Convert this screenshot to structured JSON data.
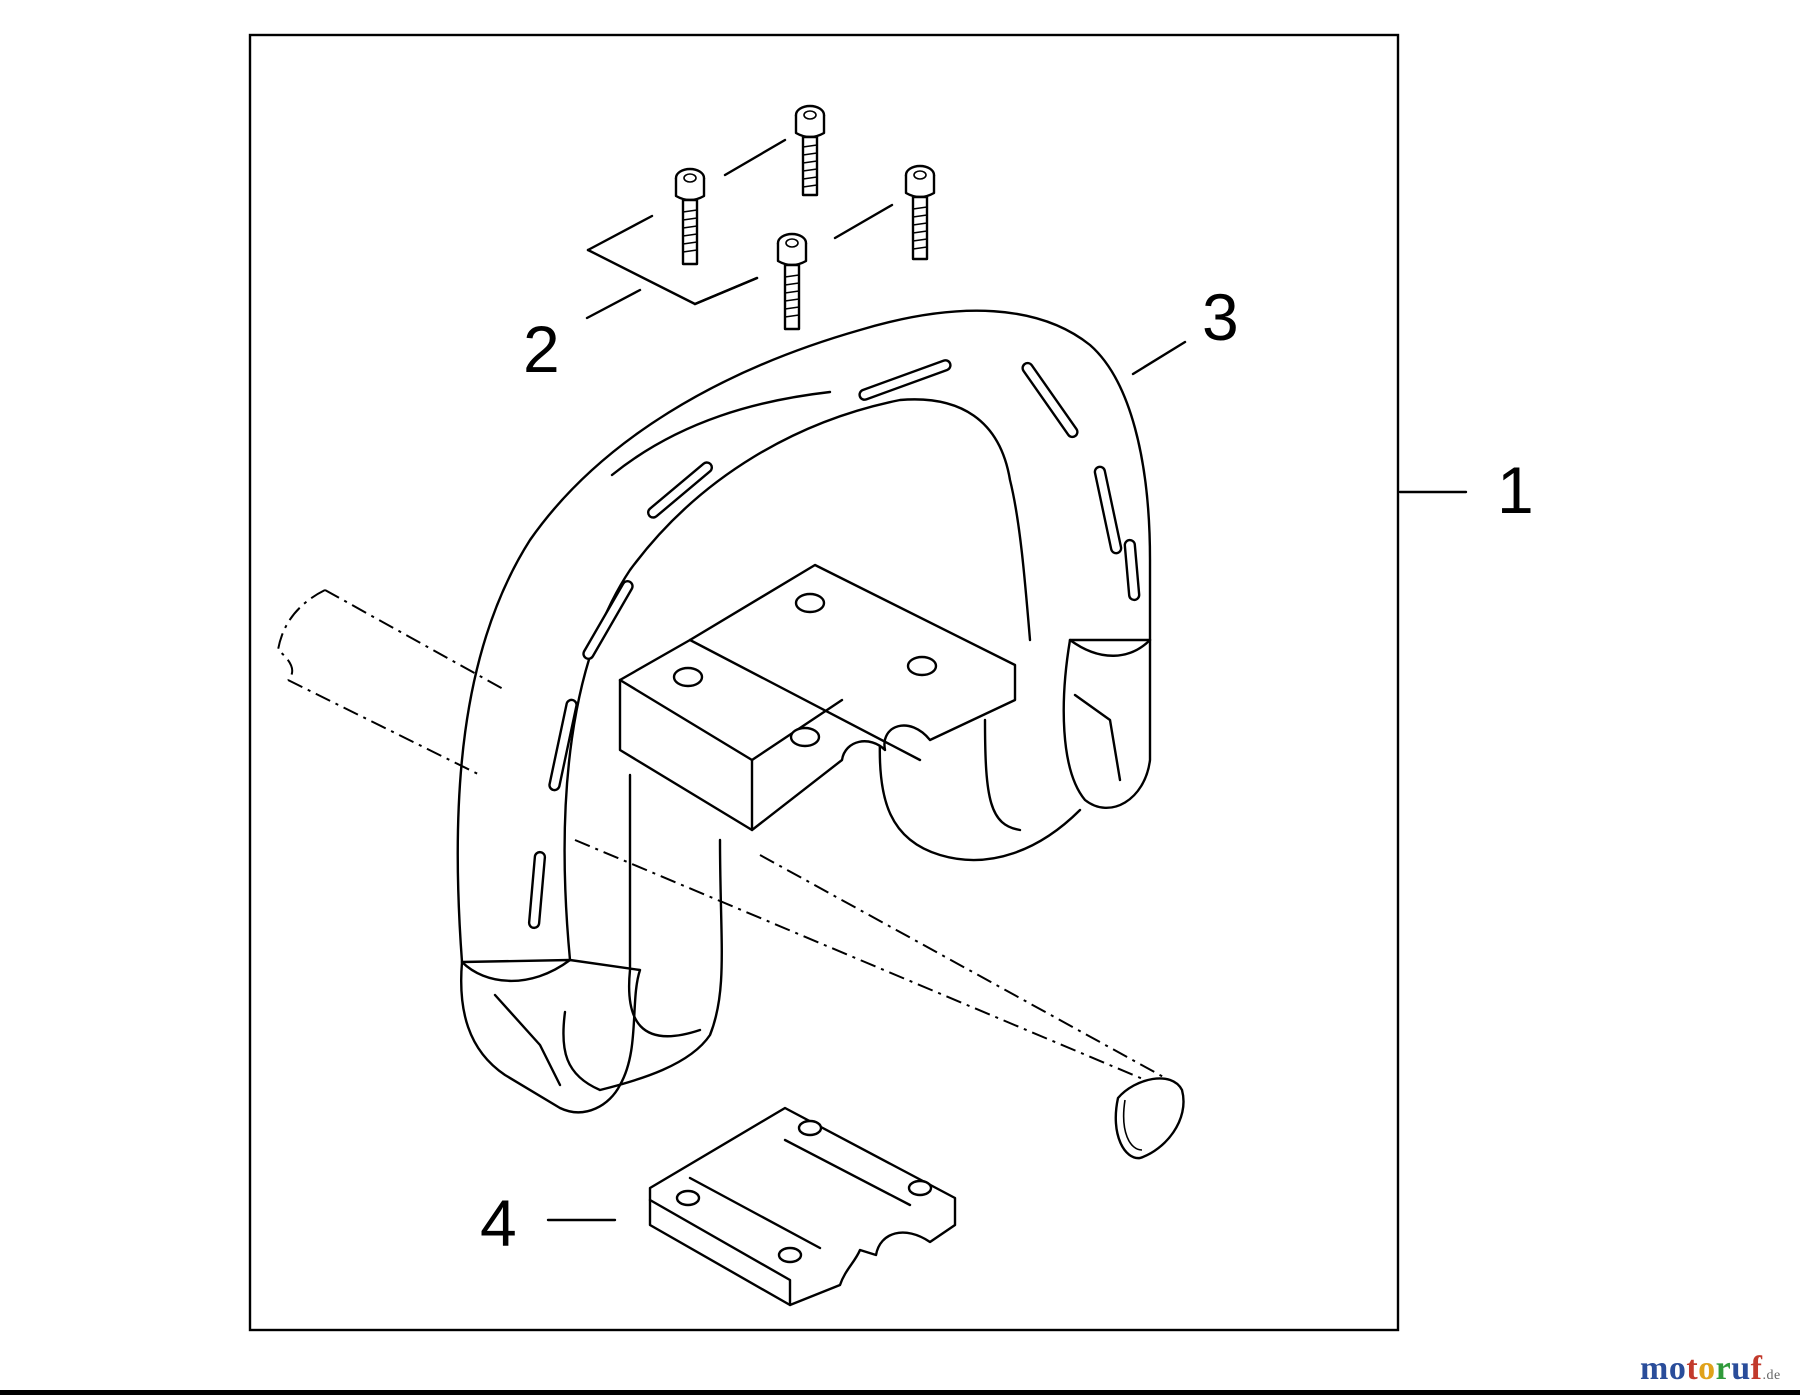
{
  "callouts": {
    "c1": "1",
    "c2": "2",
    "c3": "3",
    "c4": "4"
  },
  "watermark": {
    "letters": [
      {
        "ch": "m",
        "color": "#2a4d9a"
      },
      {
        "ch": "o",
        "color": "#2a4d9a"
      },
      {
        "ch": "t",
        "color": "#c23a2c"
      },
      {
        "ch": "o",
        "color": "#e0a21a"
      },
      {
        "ch": "r",
        "color": "#2f9a3a"
      },
      {
        "ch": "u",
        "color": "#2a4d9a"
      },
      {
        "ch": "f",
        "color": "#c23a2c"
      }
    ],
    "tld": ".de"
  }
}
